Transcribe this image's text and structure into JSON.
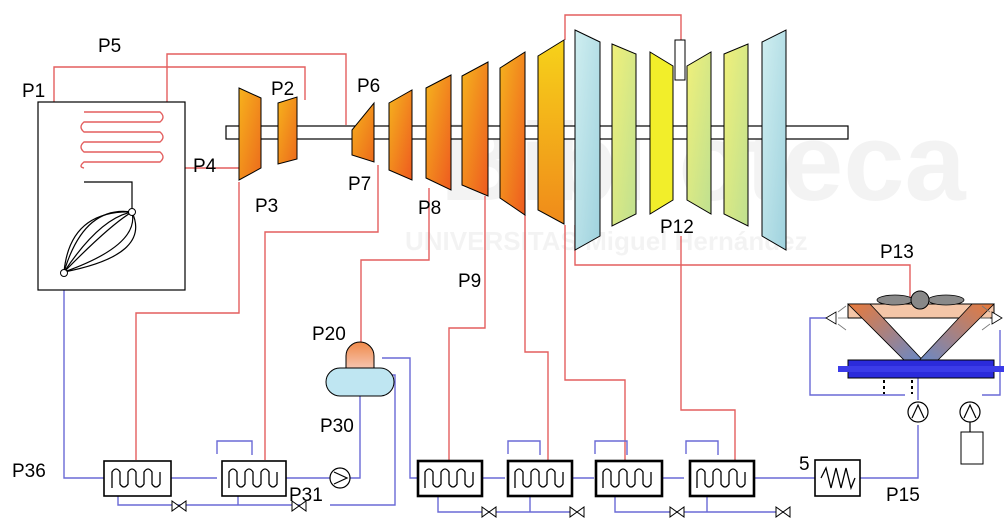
{
  "watermark": {
    "title": "Biblioteca",
    "subtitle": "UNIVERSITAS Miguel Hernández"
  },
  "labels": {
    "p1": "P1",
    "p2": "P2",
    "p3": "P3",
    "p4": "P4",
    "p5": "P5",
    "p6": "P6",
    "p7": "P7",
    "p8": "P8",
    "p9": "P9",
    "p12": "P12",
    "p13": "P13",
    "p15": "P15",
    "p20": "P20",
    "p30": "P30",
    "p31": "P31",
    "p36": "P36",
    "cut": "5"
  },
  "colors": {
    "steam_line": "#e35f5f",
    "water_line": "#6a6ad6",
    "hp_turbine": "#f08a1a",
    "lp_stage": "#bfe3e6",
    "tower_blue": "#2222dd",
    "tower_orange": "#e07a3c",
    "tank": "#bfe6f2"
  }
}
